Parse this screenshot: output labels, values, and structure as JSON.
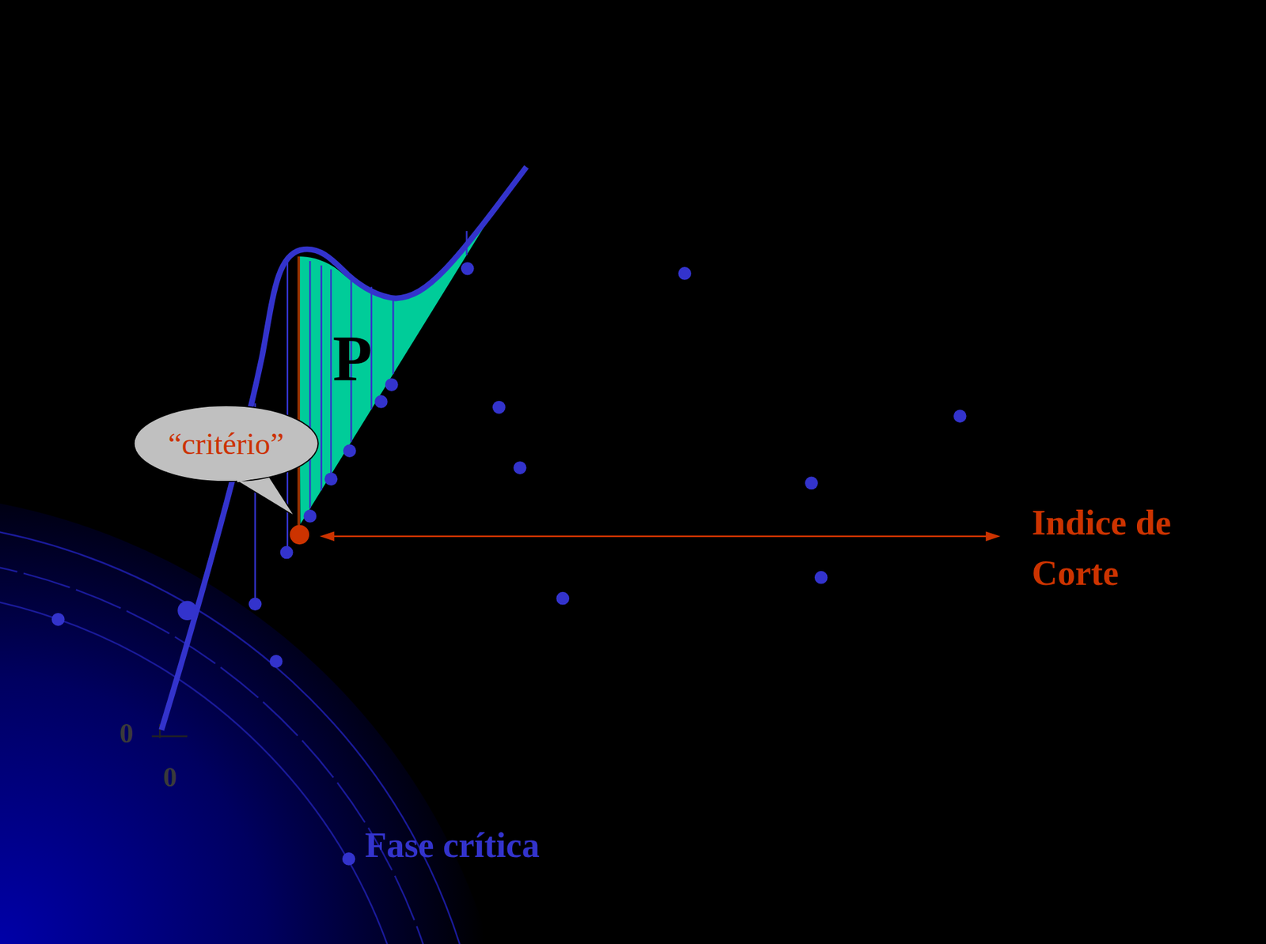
{
  "diagram": {
    "nodes": [
      {
        "text": [
          "“critério”"
        ]
      }
    ],
    "labels": [
      "P",
      "Indice de Corte",
      "Fase crítica",
      "0",
      "0"
    ]
  }
}
